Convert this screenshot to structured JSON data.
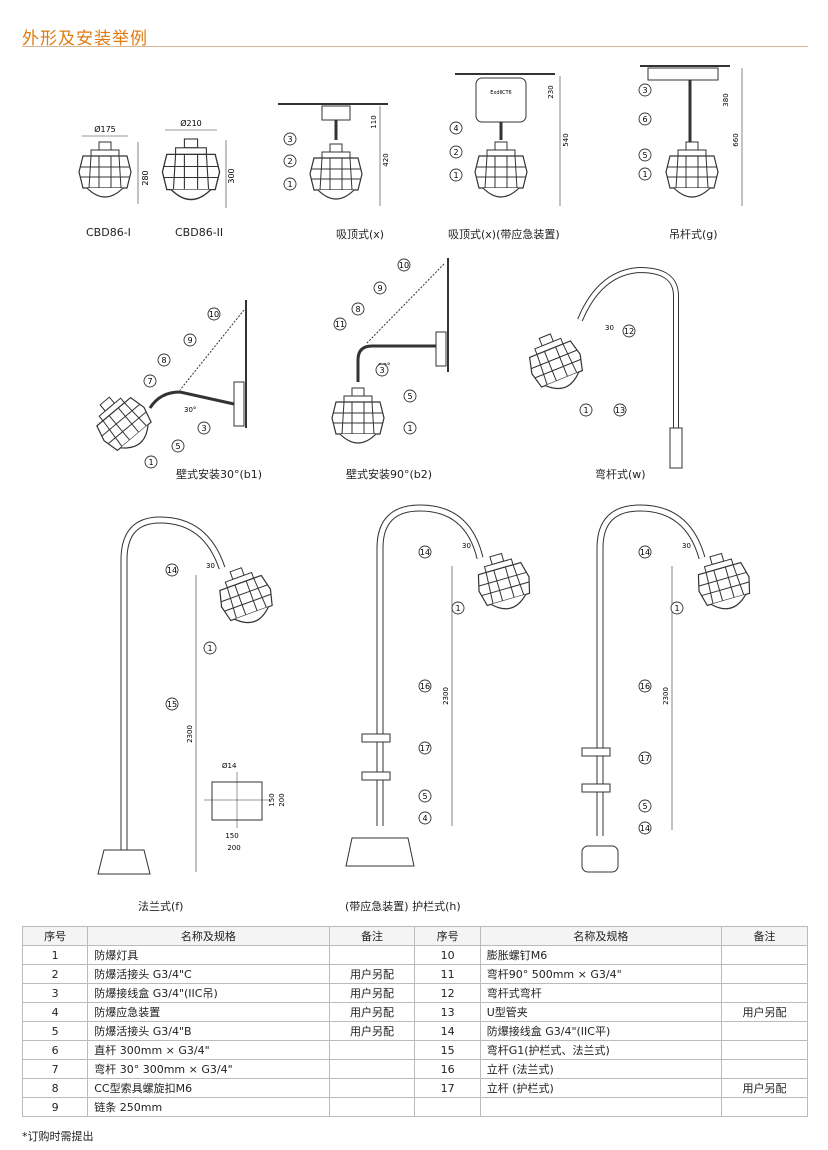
{
  "page": {
    "title": "外形及安装举例",
    "footnote": "*订购时需提出"
  },
  "figures": {
    "cbd86_1": {
      "caption": "CBD86-I",
      "dim_w": "Ø175",
      "dim_h": "280"
    },
    "cbd86_2": {
      "caption": "CBD86-II",
      "dim_w": "Ø210",
      "dim_h": "300"
    },
    "ceiling_x": {
      "caption": "吸顶式(x)",
      "dim_a": "110",
      "dim_b": "420"
    },
    "ceiling_emergency": {
      "caption": "吸顶式(x)(带应急装置)",
      "dim_a": "230",
      "dim_b": "540",
      "box_text": "ExdⅡCT6"
    },
    "pendant_g": {
      "caption": "吊杆式(g)",
      "dim_a": "380",
      "dim_b": "660"
    },
    "wall_b1": {
      "caption": "壁式安装30°(b1)",
      "angle": "30°"
    },
    "wall_b2": {
      "caption": "壁式安装90°(b2)",
      "angle": "90°"
    },
    "bend_w": {
      "caption": "弯杆式(w)",
      "angle": "30"
    },
    "flange_f": {
      "caption": "法兰式(f)",
      "angle": "30",
      "height": "2300",
      "hole": "Ø14",
      "d150h": "150",
      "d200h": "200",
      "d150w": "150",
      "d200w": "200"
    },
    "guard_h": {
      "caption": "(带应急装置) 护栏式(h)",
      "angle": "30",
      "height": "2300"
    },
    "guard_h2": {
      "angle": "30",
      "height": "2300"
    }
  },
  "table": {
    "headers": [
      "序号",
      "名称及规格",
      "备注",
      "序号",
      "名称及规格",
      "备注"
    ],
    "rows": [
      [
        "1",
        "防爆灯具",
        "",
        "10",
        "膨胀螺钉M6",
        ""
      ],
      [
        "2",
        "防爆活接头 G3/4\"C",
        "用户另配",
        "11",
        "弯杆90° 500mm × G3/4\"",
        ""
      ],
      [
        "3",
        "防爆接线盒 G3/4\"(IIC吊)",
        "用户另配",
        "12",
        "弯杆式弯杆",
        ""
      ],
      [
        "4",
        "防爆应急装置",
        "用户另配",
        "13",
        "U型管夹",
        "用户另配"
      ],
      [
        "5",
        "防爆活接头 G3/4\"B",
        "用户另配",
        "14",
        "防爆接线盒 G3/4\"(IIC平)",
        ""
      ],
      [
        "6",
        "直杆 300mm × G3/4\"",
        "",
        "15",
        "弯杆G1(护栏式、法兰式)",
        ""
      ],
      [
        "7",
        "弯杆 30° 300mm × G3/4\"",
        "",
        "16",
        "立杆 (法兰式)",
        ""
      ],
      [
        "8",
        "CC型索具螺旋扣M6",
        "",
        "17",
        "立杆 (护栏式)",
        "用户另配"
      ],
      [
        "9",
        "链条 250mm",
        "",
        "",
        "",
        ""
      ]
    ]
  },
  "colors": {
    "accent": "#e07b10",
    "line": "#333333"
  }
}
